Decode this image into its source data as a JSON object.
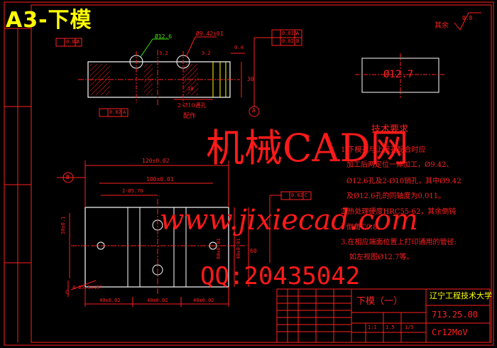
{
  "title_banner": "A3-下模",
  "surface_finish": "其余",
  "surface_value": "0.8",
  "top_view": {
    "hole_small": "Ø12.6",
    "hole_dim": "Ø9.42±01",
    "tol_left": "0.02",
    "tol_left_ref": "A",
    "tol_right1": "0.015",
    "tol_right1_ref": "A",
    "tol_right2": "0.02",
    "tol_right2_ref": "B",
    "dim_32": "3.2",
    "dim_4": "0.4",
    "dim_18": "18",
    "dim_30": "30",
    "dim_3_2b": "3.2",
    "bottom_tol": "0.02",
    "bottom_tol_ref": "A",
    "holes_note": "2-Ø10通孔",
    "match_note": "配作",
    "datum_a": "A"
  },
  "detail_view": {
    "label": "Ø12.7"
  },
  "tech_req": {
    "heading": "技术要求",
    "lines": [
      "1.下模孔与上模孔配合时应",
      "加工后两定位一体加工，Ø9.42、",
      "Ø12.6孔及2-Ø10销孔，其中Ø9.42",
      "及Ø12.6孔的同轴度为0.011。",
      "2.热处理硬度HRC55-62，其余倒钝",
      "倒角C0.8。",
      "3.在相应端面位置上打印通用的管径:",
      "如左视图Ø12.7等。"
    ]
  },
  "main_view": {
    "dim_total": "120±0.02",
    "dim_100": "100±0.01",
    "dim_245": "2-Ø5.70",
    "dim_left": "30±0.1",
    "dim_h40": "40±0.01",
    "dim_h80": "80±0.01",
    "dim_60": "60",
    "hole_callout": "4-Ø5.5X45°",
    "bottom_dims": [
      "40±0.02",
      "40±0.02",
      "40±0.02"
    ],
    "tol_par": "0.02",
    "tol_par_ref": "C",
    "datum_b": "B",
    "datum_c": "C"
  },
  "title_block": {
    "part_name": "下模（一）",
    "university": "辽宁工程技术大学",
    "drawing_no": "713.25.00",
    "material": "Cr12MoV",
    "scale": "1:1",
    "ratio": "1.5",
    "sheet": "1/5"
  },
  "watermarks": {
    "brand": "机械CAD网",
    "site": "www.jixiecad.com",
    "qq": "QQ:20435042"
  },
  "colors": {
    "frame": "#ff2020",
    "geometry": "#ffffff",
    "hatch": "#ff2020",
    "centerline": "#ff2020",
    "text": "#ff2020",
    "accent": "#ffff00",
    "watermark": "#ff1a1a"
  }
}
